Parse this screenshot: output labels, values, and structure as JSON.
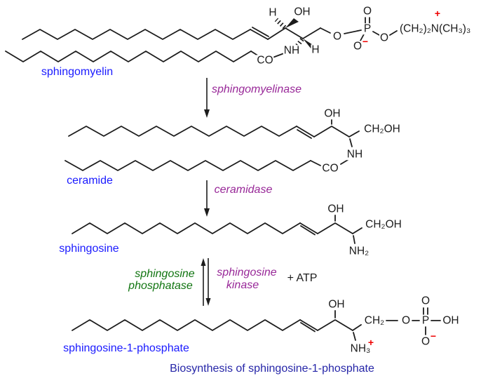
{
  "title": "Biosynthesis of sphingosine-1-phosphate",
  "colors": {
    "compound_label": "#1a1aff",
    "enzyme_label": "#982898",
    "phosphatase_label": "#117511",
    "charge": "#ee0000",
    "structure": "#1c1c1c",
    "title": "#2626a8"
  },
  "sphingomyelin": {
    "name": "sphingomyelin",
    "h_top": "H",
    "oh": "OH",
    "nh": "NH",
    "h_bottom": "H",
    "co": "CO",
    "o_ester": "O",
    "p": "P",
    "o_double": "O",
    "o_minus_o": "O",
    "minus": "−",
    "o_link": "O",
    "choline": "(CH₂)₂N(CH₃)₃",
    "plus": "+"
  },
  "reaction1": {
    "enzyme": "sphingomyelinase"
  },
  "ceramide": {
    "name": "ceramide",
    "oh": "OH",
    "ch2oh": "CH₂OH",
    "nh": "NH",
    "co": "CO"
  },
  "reaction2": {
    "enzyme": "ceramidase"
  },
  "sphingosine": {
    "name": "sphingosine",
    "oh": "OH",
    "ch2oh": "CH₂OH",
    "nh2": "NH₂"
  },
  "reaction3": {
    "reverse_enzyme_line1": "sphingosine",
    "reverse_enzyme_line2": "phosphatase",
    "forward_enzyme_line1": "sphingosine",
    "forward_enzyme_line2": "kinase",
    "cofactor": "+ ATP"
  },
  "s1p": {
    "name": "sphingosine-1-phosphate",
    "oh": "OH",
    "ch2": "CH₂",
    "o_link": "O",
    "p": "P",
    "oh2": "OH",
    "o_double": "O",
    "o_minus_o": "O",
    "minus": "−",
    "nh3": "NH₃",
    "plus": "+"
  }
}
